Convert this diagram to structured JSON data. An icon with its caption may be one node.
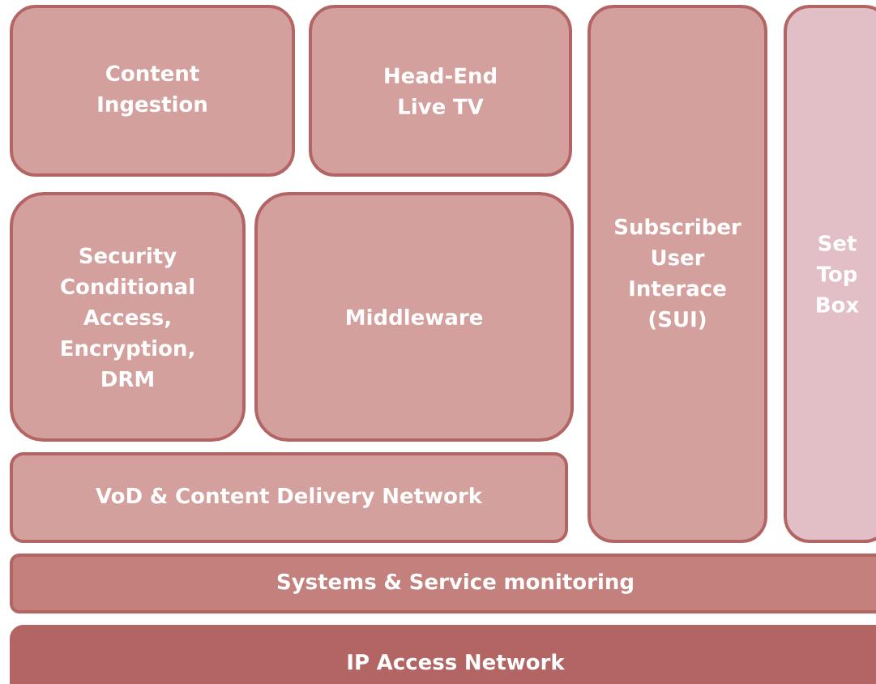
{
  "diagram": {
    "nodes": [
      {
        "text": [
          "Content Ingestion"
        ]
      },
      {
        "text": [
          "Head-End Live TV"
        ]
      },
      {
        "text": [
          "Subscriber User Interace (SUI)"
        ]
      },
      {
        "text": [
          "Set Top Box"
        ]
      },
      {
        "text": [
          "Security Conditional Access, Encryption, DRM"
        ]
      },
      {
        "text": [
          "Middleware"
        ]
      },
      {
        "text": [
          "VoD & Content Delivery Network"
        ]
      },
      {
        "text": [
          "Systems & Service monitoring"
        ]
      },
      {
        "text": [
          "IP Access Network"
        ]
      }
    ]
  }
}
